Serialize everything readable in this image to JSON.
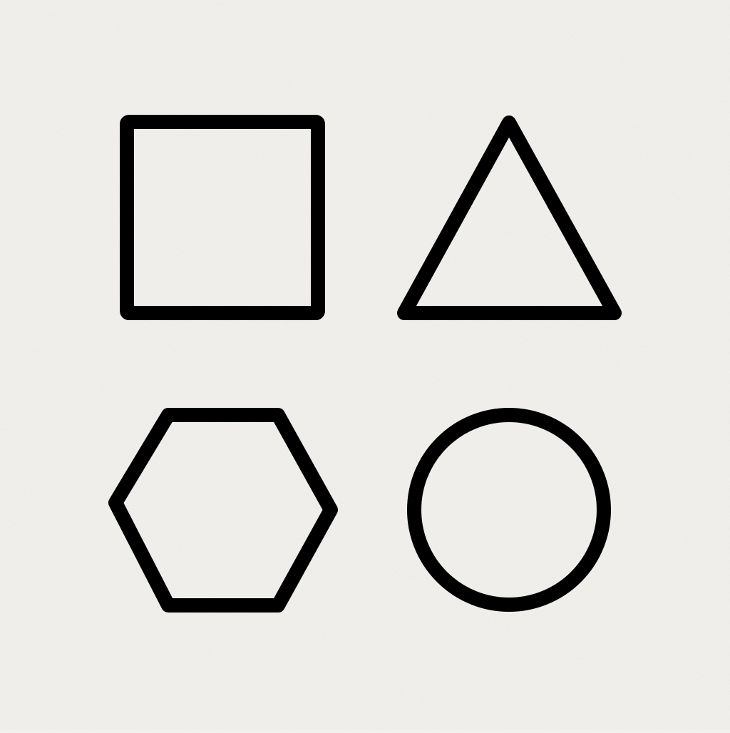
{
  "colors": {
    "background": "#f3f1ee",
    "paper_grain_light": "#ffffff",
    "paper_grain_dark": "#d8d4cf",
    "stroke": "#000000"
  },
  "shapes": [
    {
      "name": "square-outline",
      "kind": "square"
    },
    {
      "name": "triangle-outline",
      "kind": "triangle"
    },
    {
      "name": "hexagon-outline",
      "kind": "hexagon"
    },
    {
      "name": "circle-outline",
      "kind": "circle"
    }
  ]
}
